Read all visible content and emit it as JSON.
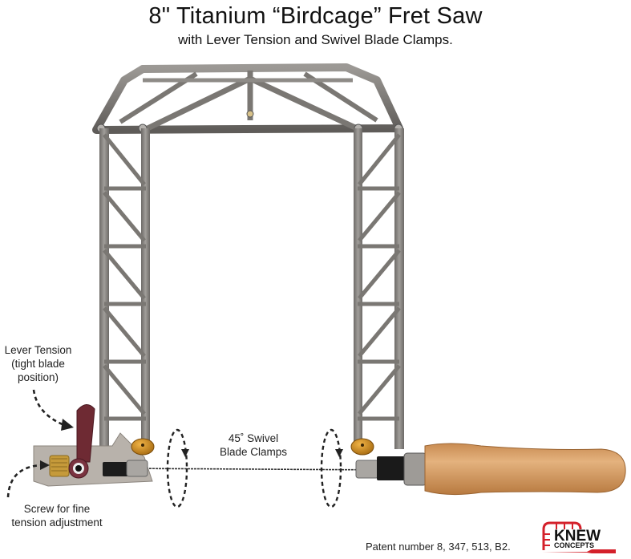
{
  "header": {
    "title": "8\" Titanium “Birdcage” Fret Saw",
    "subtitle": "with Lever Tension and Swivel Blade Clamps."
  },
  "annotations": {
    "lever_tension": [
      "Lever Tension",
      "(tight blade",
      "position)"
    ],
    "swivel_clamps": [
      "45˚ Swivel",
      "Blade Clamps"
    ],
    "fine_screw": [
      "Screw for fine",
      "tension adjustment"
    ]
  },
  "footer": {
    "patent": "Patent number 8, 347, 513, B2."
  },
  "logo": {
    "line1": "KNEW",
    "line2": "CONCEPTS",
    "color": "#d4202a"
  },
  "colors": {
    "frame": "#8a8784",
    "frame_dark": "#5e5b58",
    "brass": "#c98a1e",
    "handle": "#d49a5e",
    "lever": "#6e2a33",
    "arrow": "#222222"
  },
  "icons": {
    "rotation_arrow_left": "rotate-dashed-arrow",
    "rotation_arrow_right": "rotate-dashed-arrow",
    "curved_arrow_lever": "dashed-curved-arrow",
    "curved_arrow_screw": "dashed-curved-arrow"
  }
}
